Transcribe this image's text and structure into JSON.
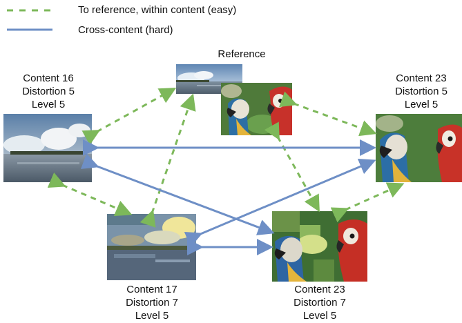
{
  "legend": {
    "easy_label": "To reference, within content (easy)",
    "hard_label": "Cross-content (hard)"
  },
  "colors": {
    "easy": "#7db85a",
    "hard": "#6e8fc6"
  },
  "reference": {
    "title": "Reference"
  },
  "nodes": {
    "c16": {
      "content": "Content 16",
      "distortion": "Distortion 5",
      "level": "Level 5"
    },
    "c23a": {
      "content": "Content 23",
      "distortion": "Distortion 5",
      "level": "Level 5"
    },
    "c17": {
      "content": "Content 17",
      "distortion": "Distortion 7",
      "level": "Level 5"
    },
    "c23b": {
      "content": "Content 23",
      "distortion": "Distortion 7",
      "level": "Level 5"
    }
  }
}
